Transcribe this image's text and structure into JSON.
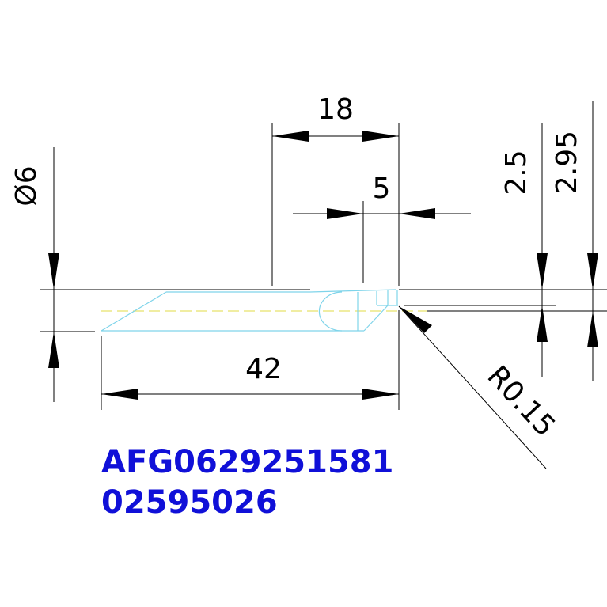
{
  "drawing": {
    "dimensions": {
      "d18": "18",
      "d5": "5",
      "d42": "42",
      "diameter": "Ø6",
      "d2_5": "2.5",
      "d2_95": "2.95",
      "radius": "R0.15"
    },
    "part_number": "AFG0629251581",
    "part_code": "02595026"
  },
  "colors": {
    "text_code": "#1010d8",
    "part_outline": "#7fd4ea",
    "centerline": "#e8e26a",
    "dimension_lines": "#000000"
  }
}
